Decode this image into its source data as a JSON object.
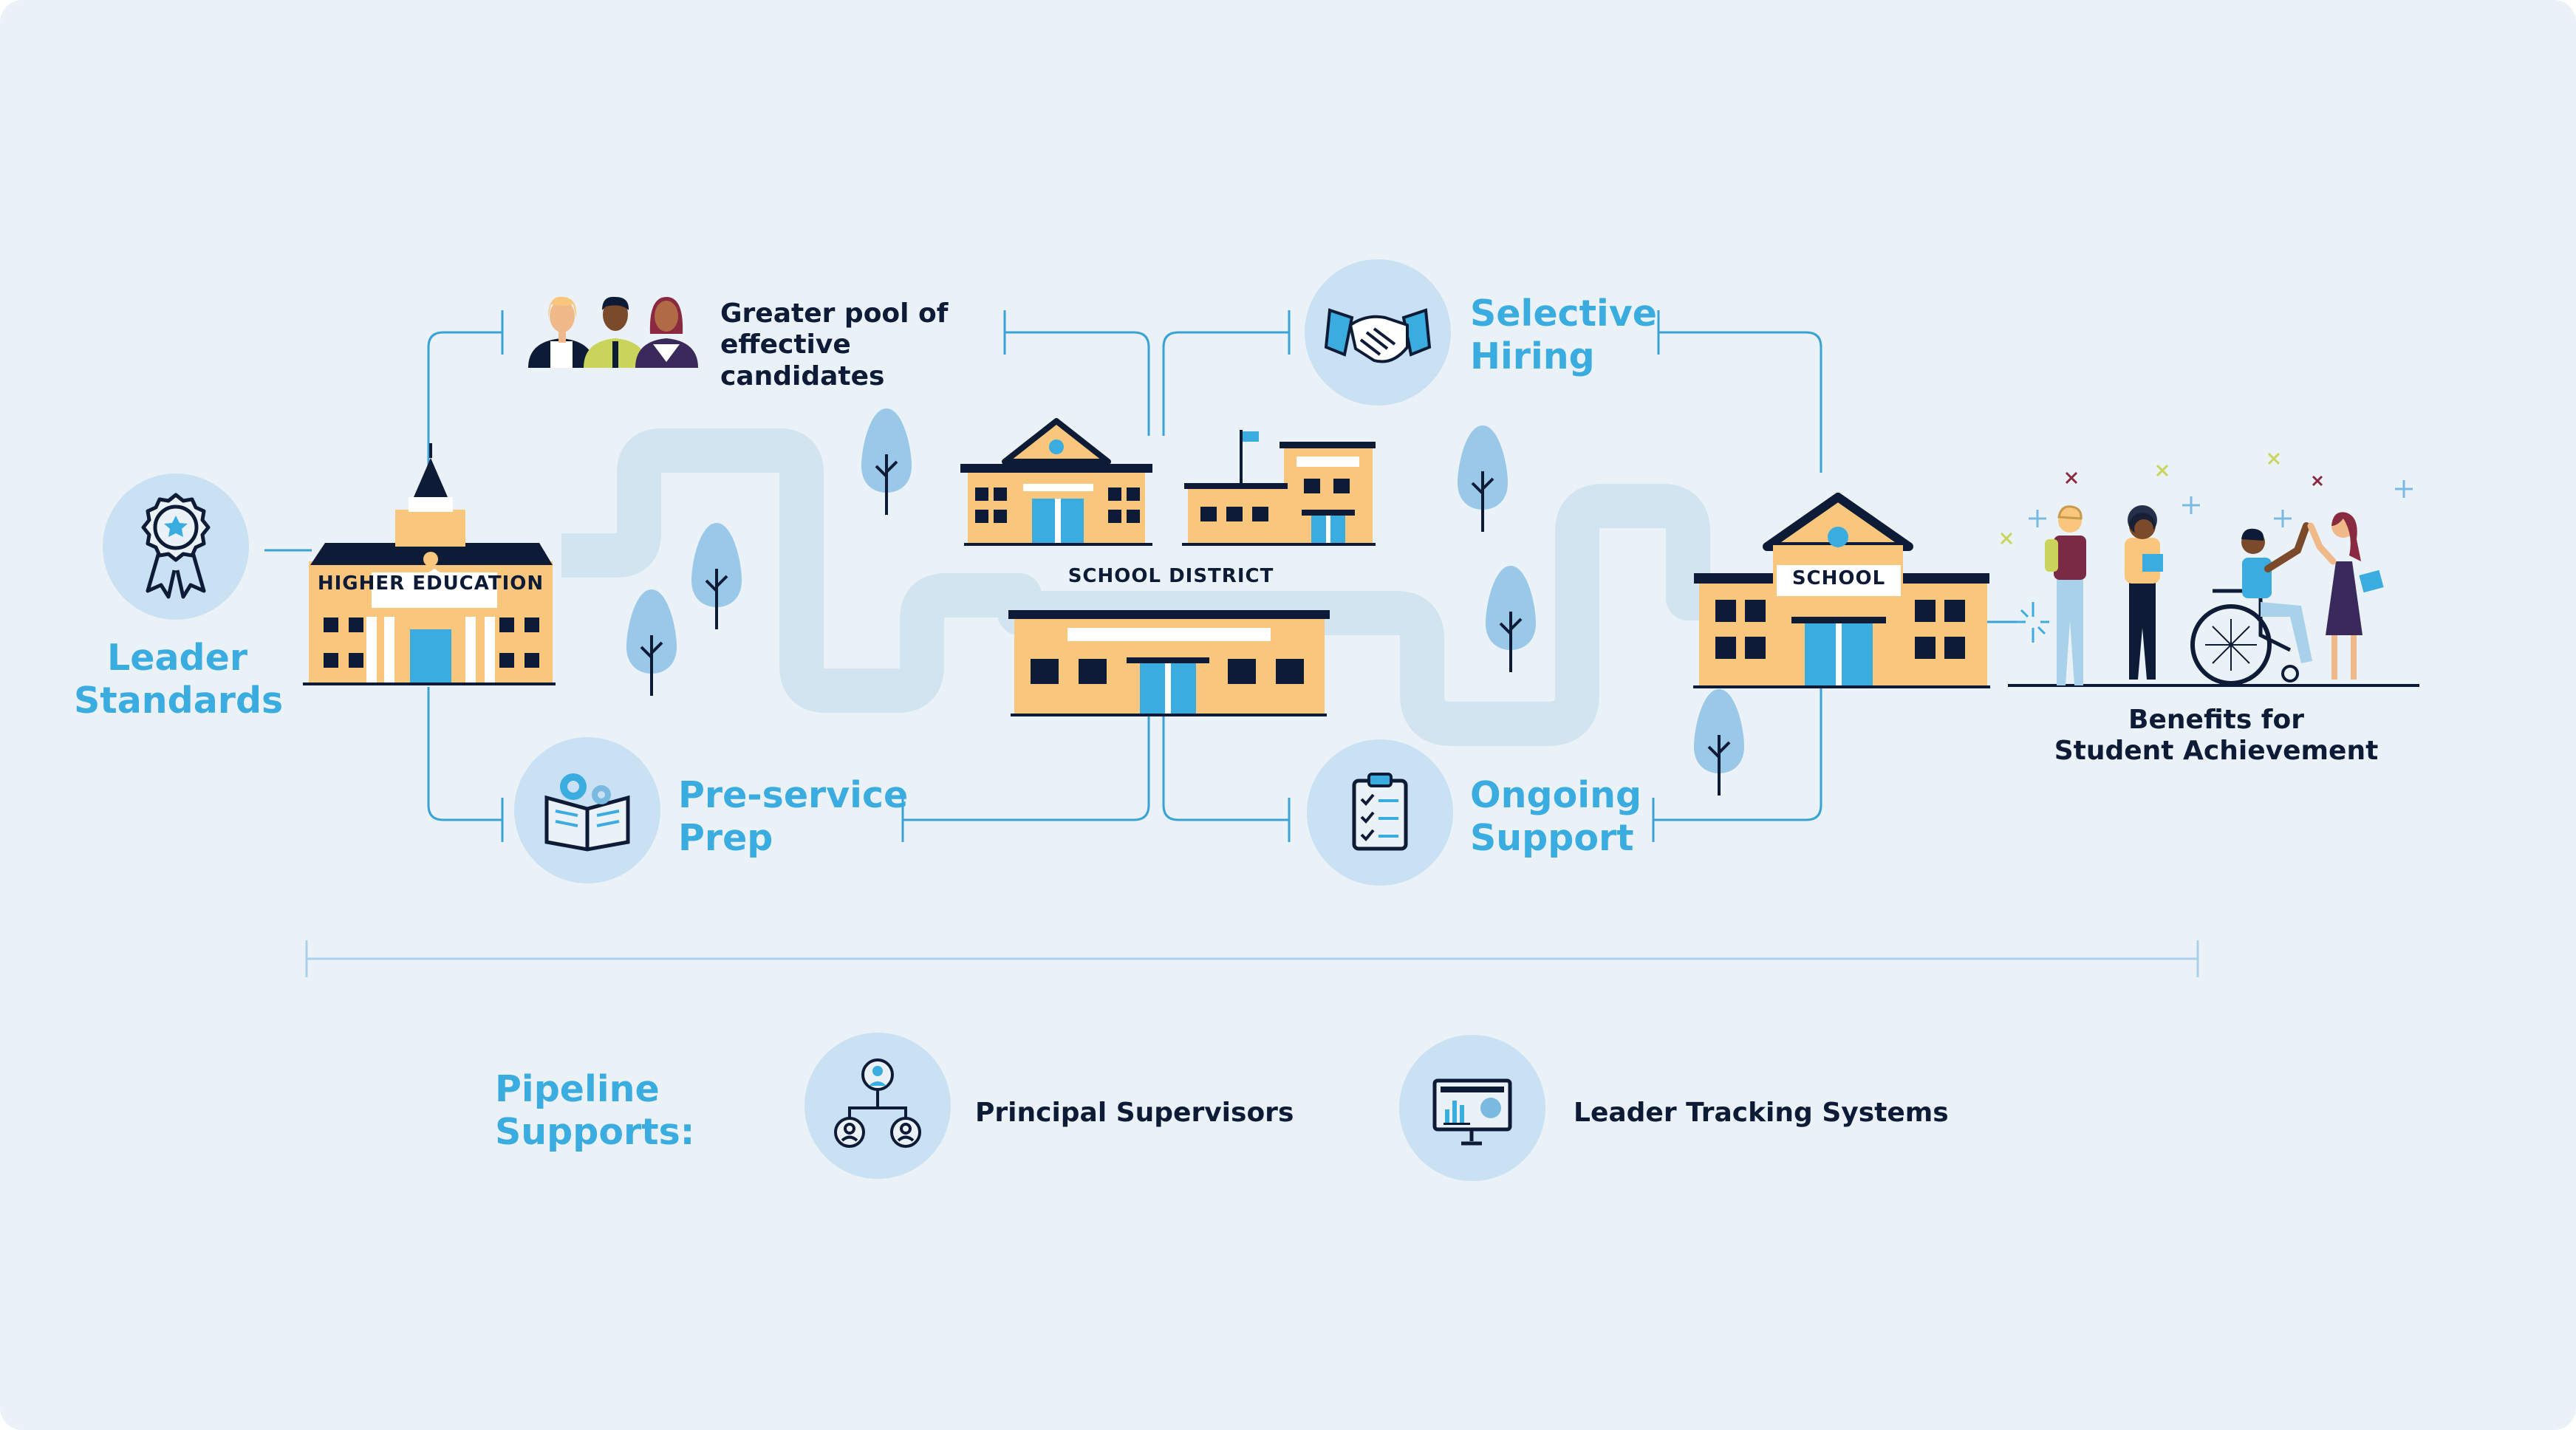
{
  "colors": {
    "background": "#eaf2f8",
    "path": "#d3e4f1",
    "connector": "#3aa3d6",
    "accent_blue": "#3aace0",
    "navy": "#0e1b36",
    "building": "#f8c67d",
    "roof": "#0e1b36",
    "icon_circle": "#c9e1f2",
    "tree": "#99c8e8"
  },
  "stages": {
    "leader_standards": "Leader\nStandards",
    "preservice_prep": "Pre-service\nPrep",
    "selective_hiring": "Selective\nHiring",
    "ongoing_support": "Ongoing\nSupport"
  },
  "buildings": {
    "higher_education": "HIGHER EDUCATION",
    "school_district": "SCHOOL DISTRICT",
    "school": "SCHOOL"
  },
  "callouts": {
    "candidates": "Greater pool of\neffective candidates",
    "benefits": "Benefits for\nStudent Achievement"
  },
  "pipeline": {
    "title": "Pipeline\nSupports:",
    "principal_supervisors": "Principal Supervisors",
    "leader_tracking": "Leader Tracking Systems"
  },
  "icons": {
    "ribbon": "award-ribbon-icon",
    "book": "open-book-gears-icon",
    "handshake": "handshake-icon",
    "clipboard": "checklist-clipboard-icon",
    "people": "candidates-people-icon",
    "org": "org-chart-icon",
    "monitor": "monitor-dashboard-icon"
  }
}
